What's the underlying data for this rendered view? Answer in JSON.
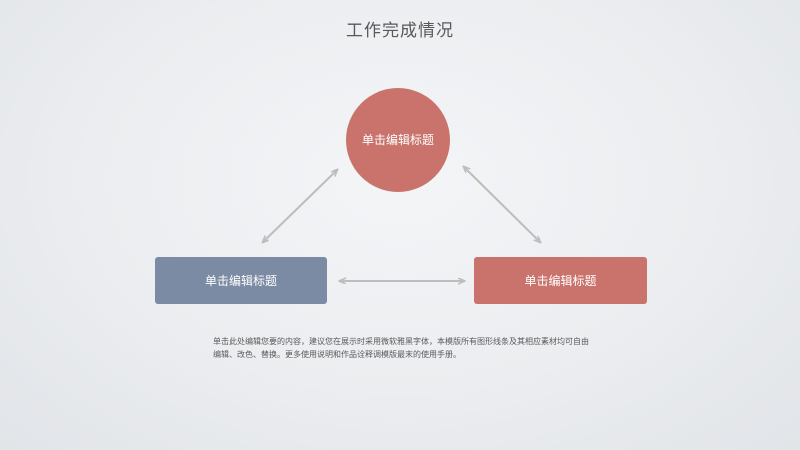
{
  "title": "工作完成情况",
  "nodes": {
    "top": {
      "label": "单击编辑标题",
      "color": "#c9736c"
    },
    "left": {
      "label": "单击编辑标题",
      "color": "#7b8ba3"
    },
    "right": {
      "label": "单击编辑标题",
      "color": "#c9736c"
    }
  },
  "description": "单击此处编辑您要的内容，建议您在展示时采用微软雅黑字体，本模版所有图形线条及其相应素材均可自由编辑、改色、替换。更多使用说明和作品诠释调模版最末的使用手册。",
  "colors": {
    "arrow": "#bdbdbd",
    "background": "#ebedf0"
  }
}
